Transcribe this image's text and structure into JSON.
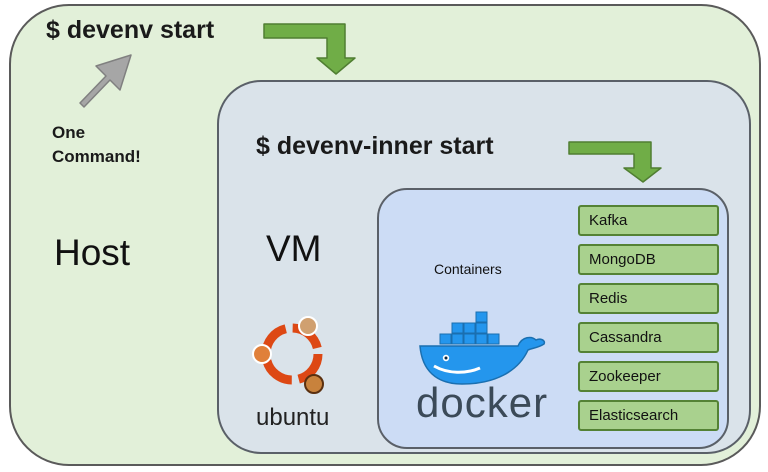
{
  "commands": {
    "outer": "$ devenv start",
    "inner": "$ devenv-inner start",
    "note_line1": "One",
    "note_line2": "Command!"
  },
  "layers": {
    "host": "Host",
    "vm": "VM",
    "containers": "Containers"
  },
  "logos": {
    "ubuntu": "ubuntu",
    "docker": "docker"
  },
  "services": [
    "Kafka",
    "MongoDB",
    "Redis",
    "Cassandra",
    "Zookeeper",
    "Elasticsearch"
  ],
  "colors": {
    "host_fill": "#e2f0d9",
    "vm_fill": "#dae3ea",
    "containers_fill": "#ccdcf5",
    "service_fill": "#a9d18e",
    "arrow_green": "#70ad47",
    "arrow_gray": "#a6a6a6",
    "ubuntu_orange": "#dd4814",
    "docker_blue": "#2496ed"
  },
  "icons": [
    "gray-arrow-icon",
    "green-elbow-arrow-icon",
    "ubuntu-logo-icon",
    "docker-whale-icon"
  ]
}
